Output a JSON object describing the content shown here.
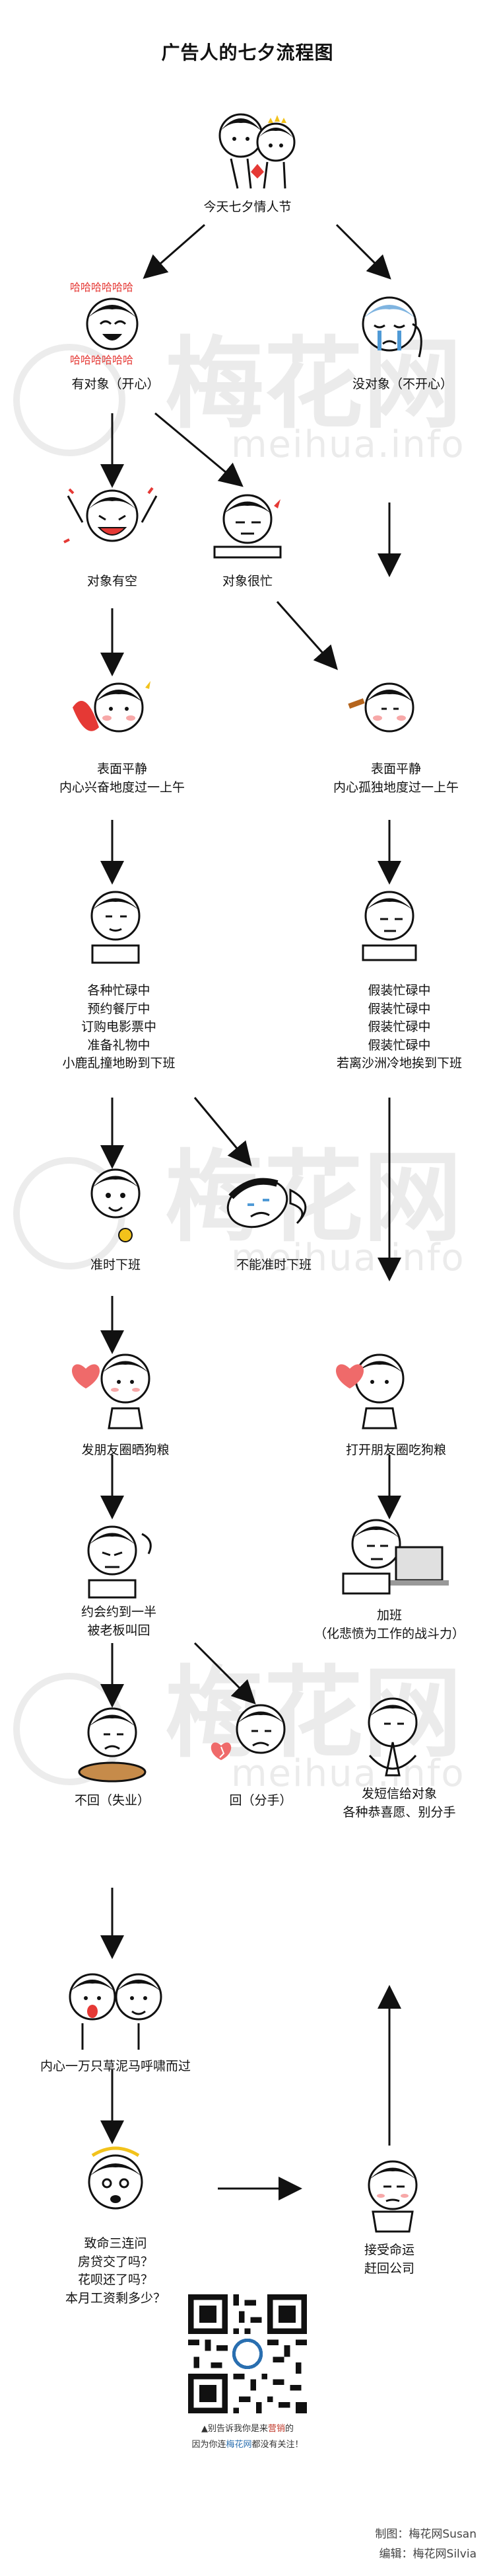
{
  "title": "广告人的七夕流程图",
  "nodes": {
    "start": "今天七夕情人节",
    "has_partner": "有对象（开心）",
    "no_partner": "没对象（不开心）",
    "partner_free": "对象有空",
    "partner_busy": "对象很忙",
    "calm_happy": "表面平静\n内心兴奋地度过一上午",
    "calm_lonely": "表面平静\n内心孤独地度过一上午",
    "busy_work": "各种忙碌中\n预约餐厅中\n订购电影票中\n准备礼物中\n小鹿乱撞地盼到下班",
    "fake_busy": "假装忙碌中\n假装忙碌中\n假装忙碌中\n假装忙碌中\n若离沙洲冷地挨到下班",
    "on_time": "准时下班",
    "not_on_time": "不能准时下班",
    "moments_show": "发朋友圈晒狗粮",
    "moments_eat": "打开朋友圈吃狗粮",
    "date_called": "约会约到一半\n被老板叫回",
    "overtime": "加班\n（化悲愤为工作的战斗力）",
    "not_return": "不回（失业）",
    "return_breakup": "回（分手）",
    "wish_partner": "发短信给对象\n各种恭喜愿、别分手",
    "inner_thoughts": "内心一万只草泥马呼啸而过",
    "soul_questions": "致命三连问\n房贷交了吗？\n花呗还了吗？\n本月工资剩多少？",
    "accept_fate": "接受命运\n赶回公司"
  },
  "watermark": {
    "brand": "梅花网",
    "site": "meihua.info"
  },
  "qr_note": {
    "line1_a": "▲别告诉我你是来",
    "line1_b": "营销",
    "line1_c": "的",
    "line2_a": "因为你连",
    "line2_b": "梅花网",
    "line2_c": "都没有关注！"
  },
  "credits": {
    "maker": "制图：梅花网Susan",
    "editor": "编辑：梅花网Silvia"
  }
}
